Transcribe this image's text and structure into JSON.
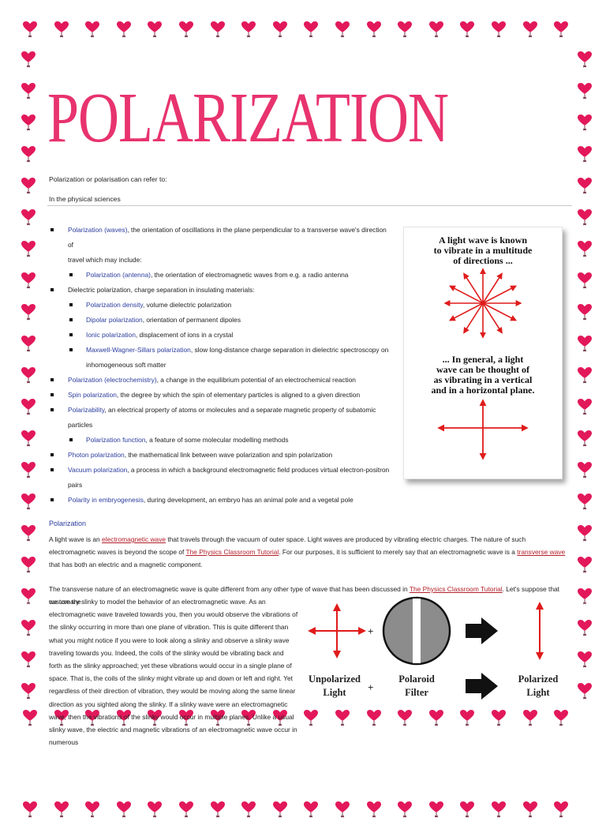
{
  "title": "POLARIZATION",
  "intro": "Polarization or polarisation can refer to:",
  "section_label": "In the physical sciences",
  "list": [
    {
      "level": 1,
      "link": "Polarization (waves)",
      "text": ", the orientation of oscillations in the plane perpendicular to a transverse wave's direction of"
    },
    {
      "level": 1,
      "link": "",
      "text": "travel which may include:"
    },
    {
      "level": 2,
      "link": "Polarization (antenna)",
      "text": ", the orientation of electromagnetic waves from e.g. a radio antenna"
    },
    {
      "level": 1,
      "link": "",
      "text": "Dielectric polarization, charge separation in insulating materials:"
    },
    {
      "level": 2,
      "link": "Polarization density",
      "text": ", volume dielectric polarization"
    },
    {
      "level": 2,
      "link": "Dipolar polarization",
      "text": ", orientation of permanent dipoles"
    },
    {
      "level": 2,
      "link": "Ionic polarization",
      "text": ", displacement of ions in a crystal"
    },
    {
      "level": 2,
      "link": "Maxwell-Wagner-Sillars polarization",
      "text": ", slow long-distance charge separation in dielectric spectroscopy on"
    },
    {
      "level": 2,
      "link": "",
      "text": "inhomogeneous soft matter"
    },
    {
      "level": 1,
      "link": "Polarization (electrochemistry)",
      "text": ", a change in the equilibrium potential of an electrochemical reaction"
    },
    {
      "level": 1,
      "link": "Spin polarization",
      "text": ", the degree by which the spin of elementary particles is aligned to a given direction"
    },
    {
      "level": 1,
      "link": "Polarizability",
      "text": ", an electrical property of atoms or molecules and a separate magnetic property of subatomic"
    },
    {
      "level": 1,
      "link": "",
      "text": "particles"
    },
    {
      "level": 2,
      "link": "Polarization function",
      "text": ", a feature of some molecular modelling methods"
    },
    {
      "level": 1,
      "link": "Photon polarization",
      "text": ", the mathematical link between wave polarization and spin polarization"
    },
    {
      "level": 1,
      "link": "Vacuum polarization",
      "text": ", a process in which a background electromagnetic field produces virtual electron-positron"
    },
    {
      "level": 1,
      "link": "",
      "text": "pairs"
    },
    {
      "level": 1,
      "link": "Polarity in embryogenesis",
      "text": ", during development, an embryo has an animal pole and a vegetal pole"
    }
  ],
  "card": {
    "text1": [
      "A light wave is known",
      "to vibrate in a multitude",
      "of directions ..."
    ],
    "text2": [
      "... In general, a light",
      "wave can be thought of",
      "as vibrating in a vertical",
      "and in a horizontal plane."
    ]
  },
  "section_heading": "Polarization",
  "para1": {
    "a": "A light wave is an ",
    "link1": "electromagnetic wave",
    "b": " that travels through the vacuum of outer space. Light waves are produced by vibrating electric charges. The nature of such electromagnetic waves is beyond the scope of ",
    "link2": "The Physics Classroom Tutorial",
    "c": ". For our purposes, it is sufficient to merely say that an electromagnetic wave is a ",
    "link3": "transverse wave",
    "d": " that has both an electric and a magnetic component."
  },
  "para2": {
    "a": "The transverse nature of an electromagnetic wave is quite different from any other type of wave that has been discussed in ",
    "link": "The Physics Classroom Tutorial",
    "b": ". Let's suppose that we use the"
  },
  "para3": "customary slinky to model the behavior of an electromagnetic wave. As an electromagnetic wave traveled towards you, then you would observe the vibrations of the slinky occurring in more than one plane of vibration. This is quite different than what you might notice if you were to look along a slinky and observe a slinky wave traveling towards you. Indeed, the coils of the slinky would be vibrating back and forth as the slinky approached; yet these vibrations would occur in a single plane of space. That is, the coils of the slinky might vibrate up and down or left and right. Yet regardless of their direction of vibration, they would be moving along the same linear direction as you sighted along the slinky. If a slinky wave were an electromagnetic wave, then the vibrations of the slinky would occur in multiple planes. Unlike a usual slinky wave, the electric and magnetic vibrations of an electromagnetic wave occur in numerous",
  "diagram": {
    "plus": "+",
    "label_unpolarized": [
      "Unpolarized",
      "Light"
    ],
    "label_filter": [
      "Polaroid",
      "Filter"
    ],
    "label_polarized": [
      "Polarized",
      "Light"
    ]
  },
  "colors": {
    "title": "#e8336e",
    "heart": "#e2185a",
    "link": "#2b3d9e",
    "link_red": "#b3202a",
    "arrow": "#e01b1b"
  }
}
